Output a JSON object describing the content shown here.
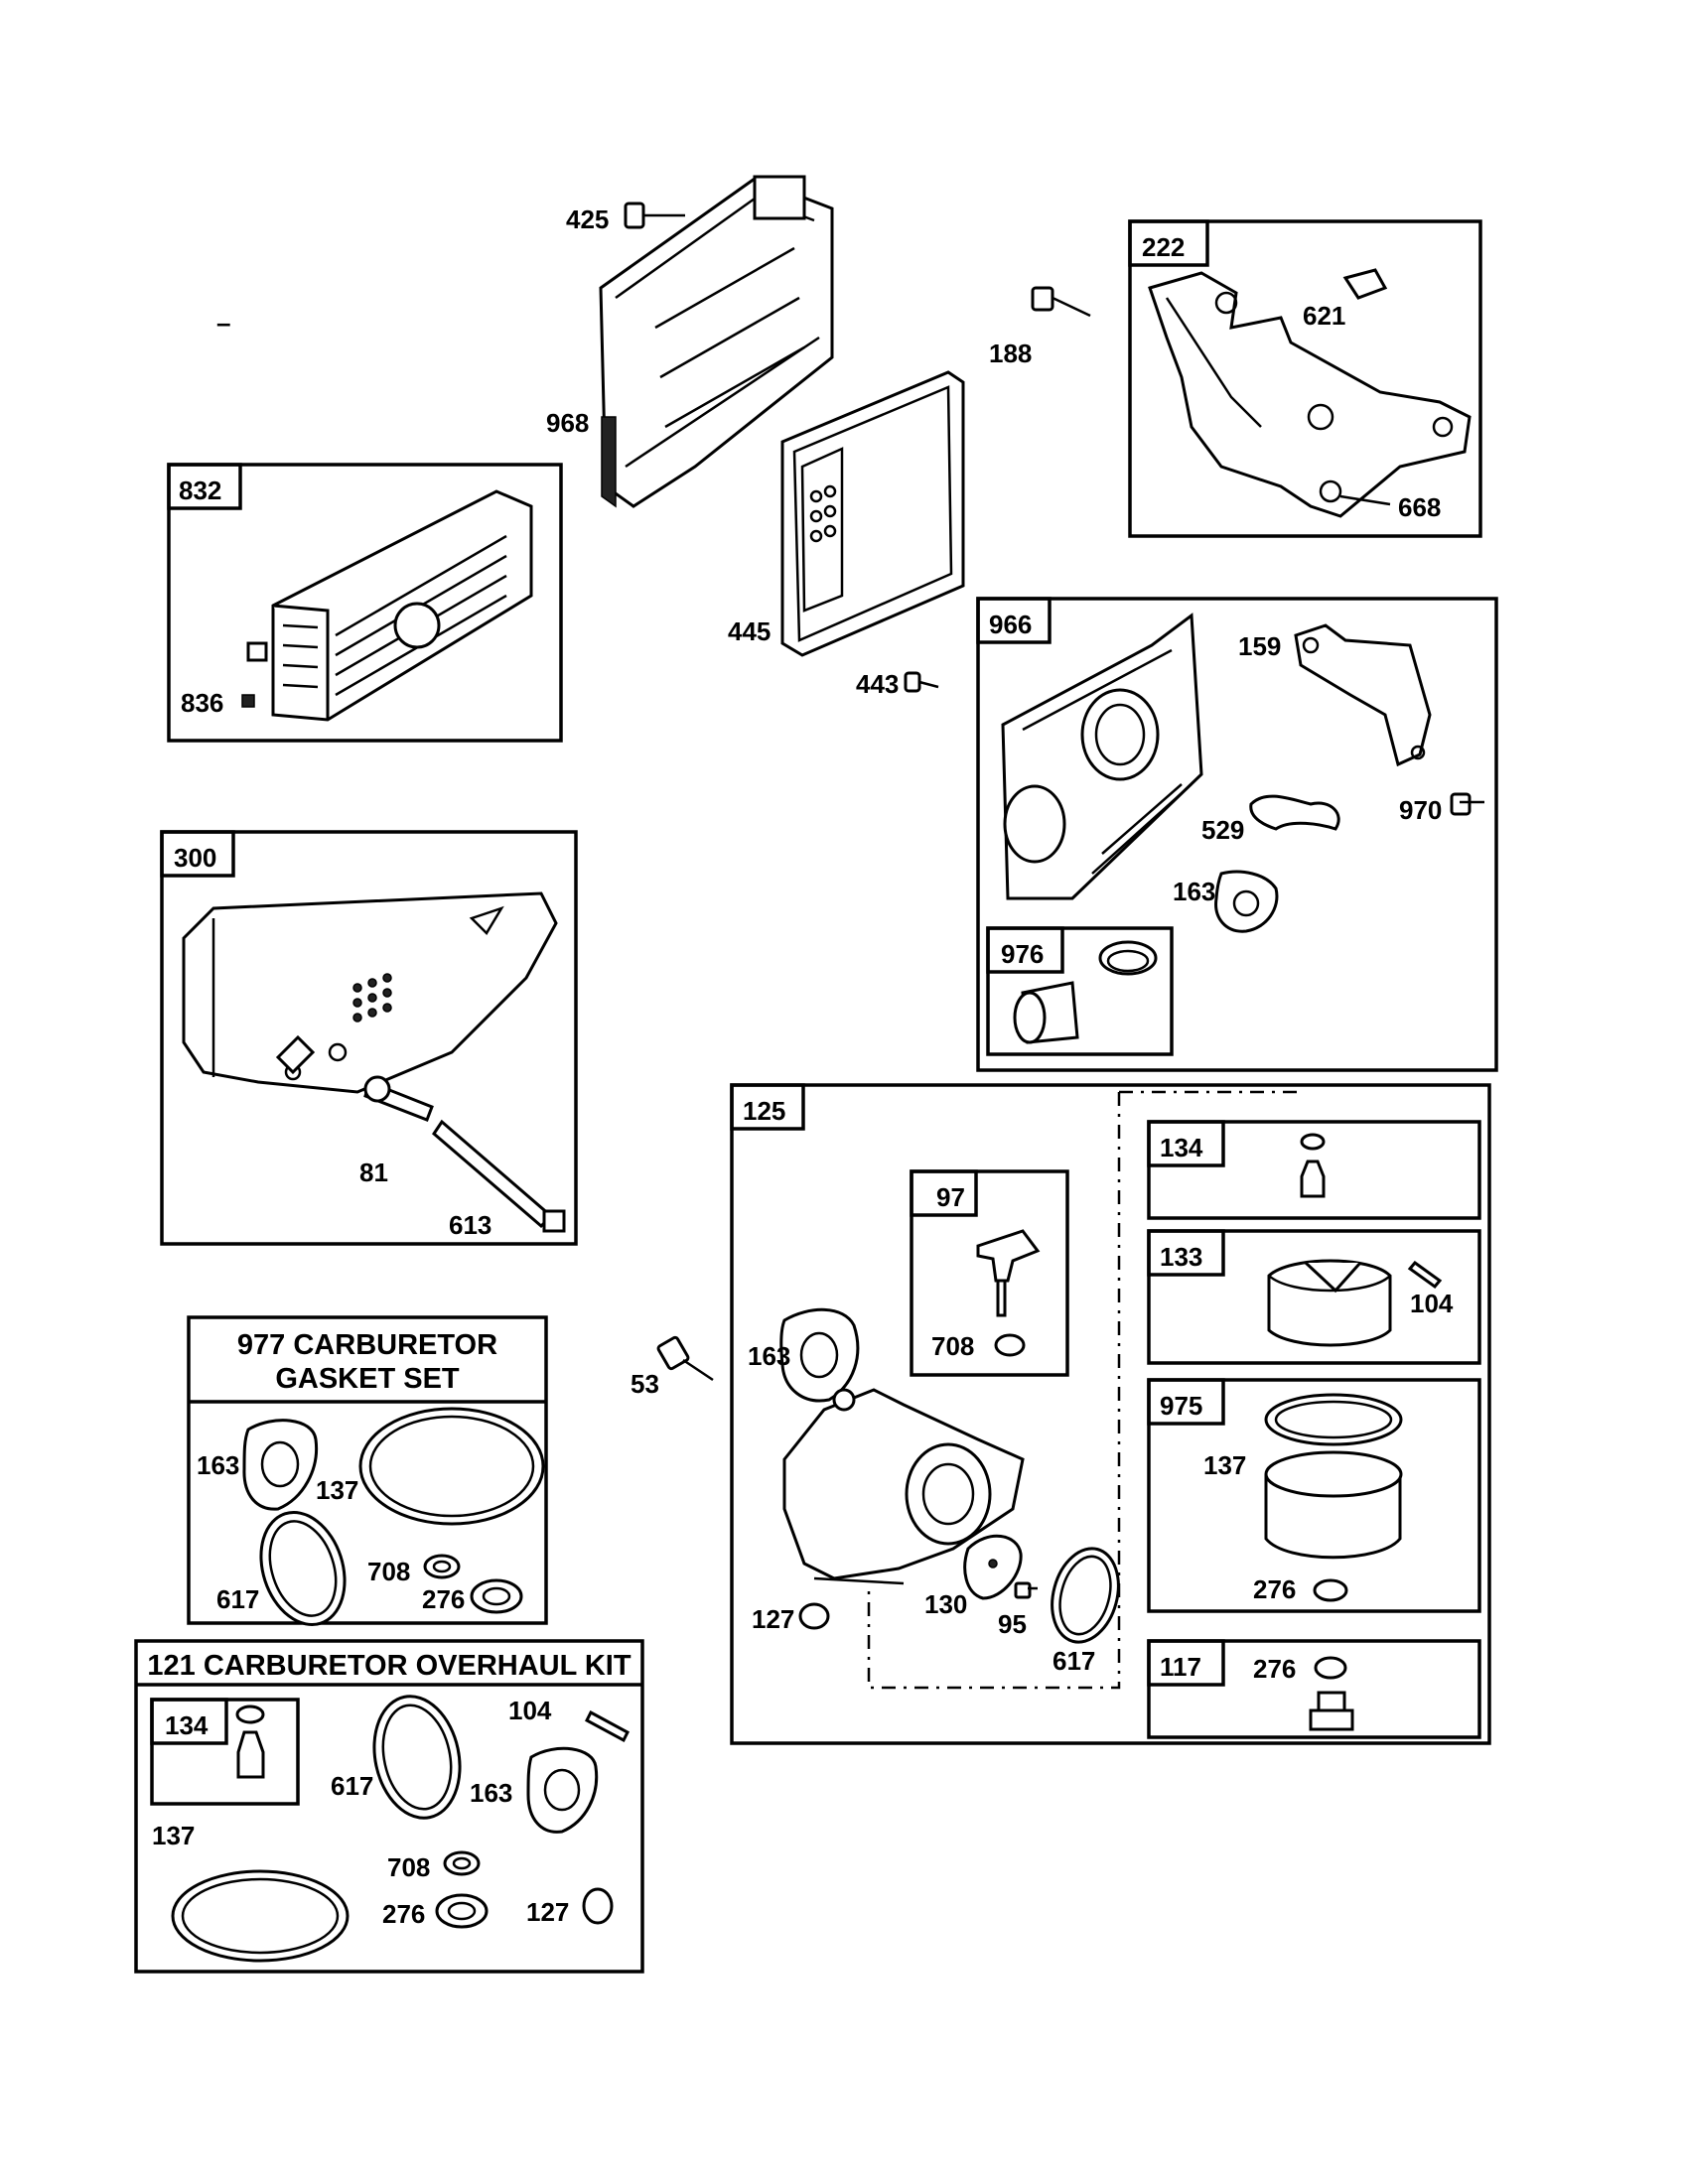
{
  "kits": {
    "gasket_set": {
      "line1": "977 CARBURETOR",
      "line2": "GASKET SET"
    },
    "overhaul_kit": {
      "title": "121 CARBURETOR OVERHAUL KIT"
    }
  },
  "box_labels": {
    "b832": "832",
    "b222": "222",
    "b966": "966",
    "b300": "300",
    "b976": "976",
    "b125": "125",
    "b97": "97",
    "b134a": "134",
    "b133": "133",
    "b975": "975",
    "b117": "117",
    "b134b": "134"
  },
  "callouts": {
    "c425": "425",
    "c968": "968",
    "c445": "445",
    "c443": "443",
    "c188": "188",
    "c621": "621",
    "c668": "668",
    "c836": "836",
    "c159": "159",
    "c970": "970",
    "c529": "529",
    "c163a": "163",
    "c81": "81",
    "c613": "613",
    "c53": "53",
    "c163b": "163",
    "c708a": "708",
    "c127a": "127",
    "c130": "130",
    "c95": "95",
    "c617a": "617",
    "c104a": "104",
    "c137a": "137",
    "c276a": "276",
    "c276b": "276",
    "c163c": "163",
    "c137b": "137",
    "c617b": "617",
    "c708b": "708",
    "c276c": "276",
    "c104b": "104",
    "c617c": "617",
    "c163d": "163",
    "c137c": "137",
    "c708c": "708",
    "c276d": "276",
    "c127b": "127"
  },
  "stray_mark": "–"
}
